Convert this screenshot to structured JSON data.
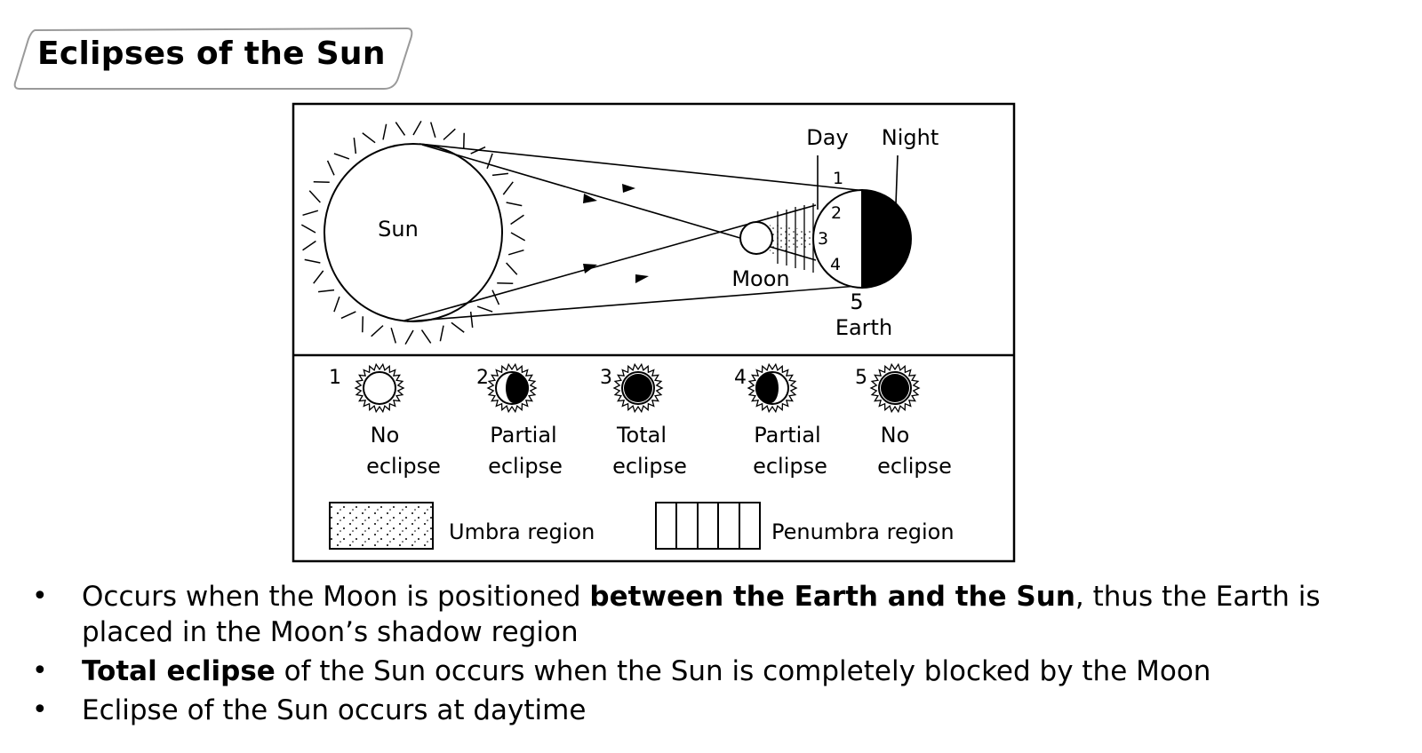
{
  "title": "Eclipses of the Sun",
  "diagram": {
    "sun_label": "Sun",
    "moon_label": "Moon",
    "earth_label": "Earth",
    "day_label": "Day",
    "night_label": "Night",
    "earth_positions": [
      "1",
      "2",
      "3",
      "4",
      "5"
    ],
    "phases": [
      {
        "number": "1",
        "line1": "No",
        "line2": "eclipse",
        "appearance": "full-sun"
      },
      {
        "number": "2",
        "line1": "Partial",
        "line2": "eclipse",
        "appearance": "half-covered-right"
      },
      {
        "number": "3",
        "line1": "Total",
        "line2": "eclipse",
        "appearance": "fully-covered"
      },
      {
        "number": "4",
        "line1": "Partial",
        "line2": "eclipse",
        "appearance": "half-covered-left"
      },
      {
        "number": "5",
        "line1": "No",
        "line2": "eclipse",
        "appearance": "fully-covered"
      }
    ],
    "legend": {
      "umbra": "Umbra region",
      "penumbra": "Penumbra region"
    }
  },
  "notes": [
    {
      "pre": "Occurs when the Moon is positioned ",
      "bold": "between the Earth and the Sun",
      "post": ", thus the Earth is placed in the Moon’s shadow region"
    },
    {
      "pre": "",
      "bold": "Total eclipse",
      "post": " of the Sun occurs when the Sun is completely blocked by the Moon"
    },
    {
      "pre": "Eclipse of the Sun occurs at daytime",
      "bold": "",
      "post": ""
    }
  ],
  "bullet": "•"
}
